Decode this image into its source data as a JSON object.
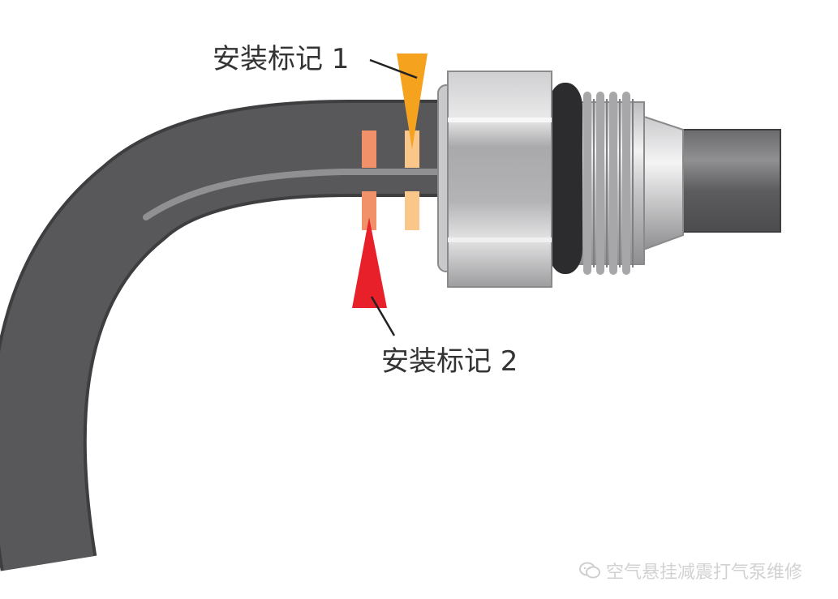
{
  "labels": {
    "mark1": "安装标记 1",
    "mark2": "安装标记 2"
  },
  "watermark": {
    "text": "空气悬挂减震打气泵维修",
    "icon": "wechat-icon"
  },
  "colors": {
    "hose": "#58585a",
    "hose_highlight": "#8e8e90",
    "marker1": "#f5a21e",
    "marker2": "#e8202a",
    "band1": "#fbc68a",
    "band2": "#f0916a",
    "fitting": "#b9b9bb",
    "oring": "#2c2c2e"
  }
}
